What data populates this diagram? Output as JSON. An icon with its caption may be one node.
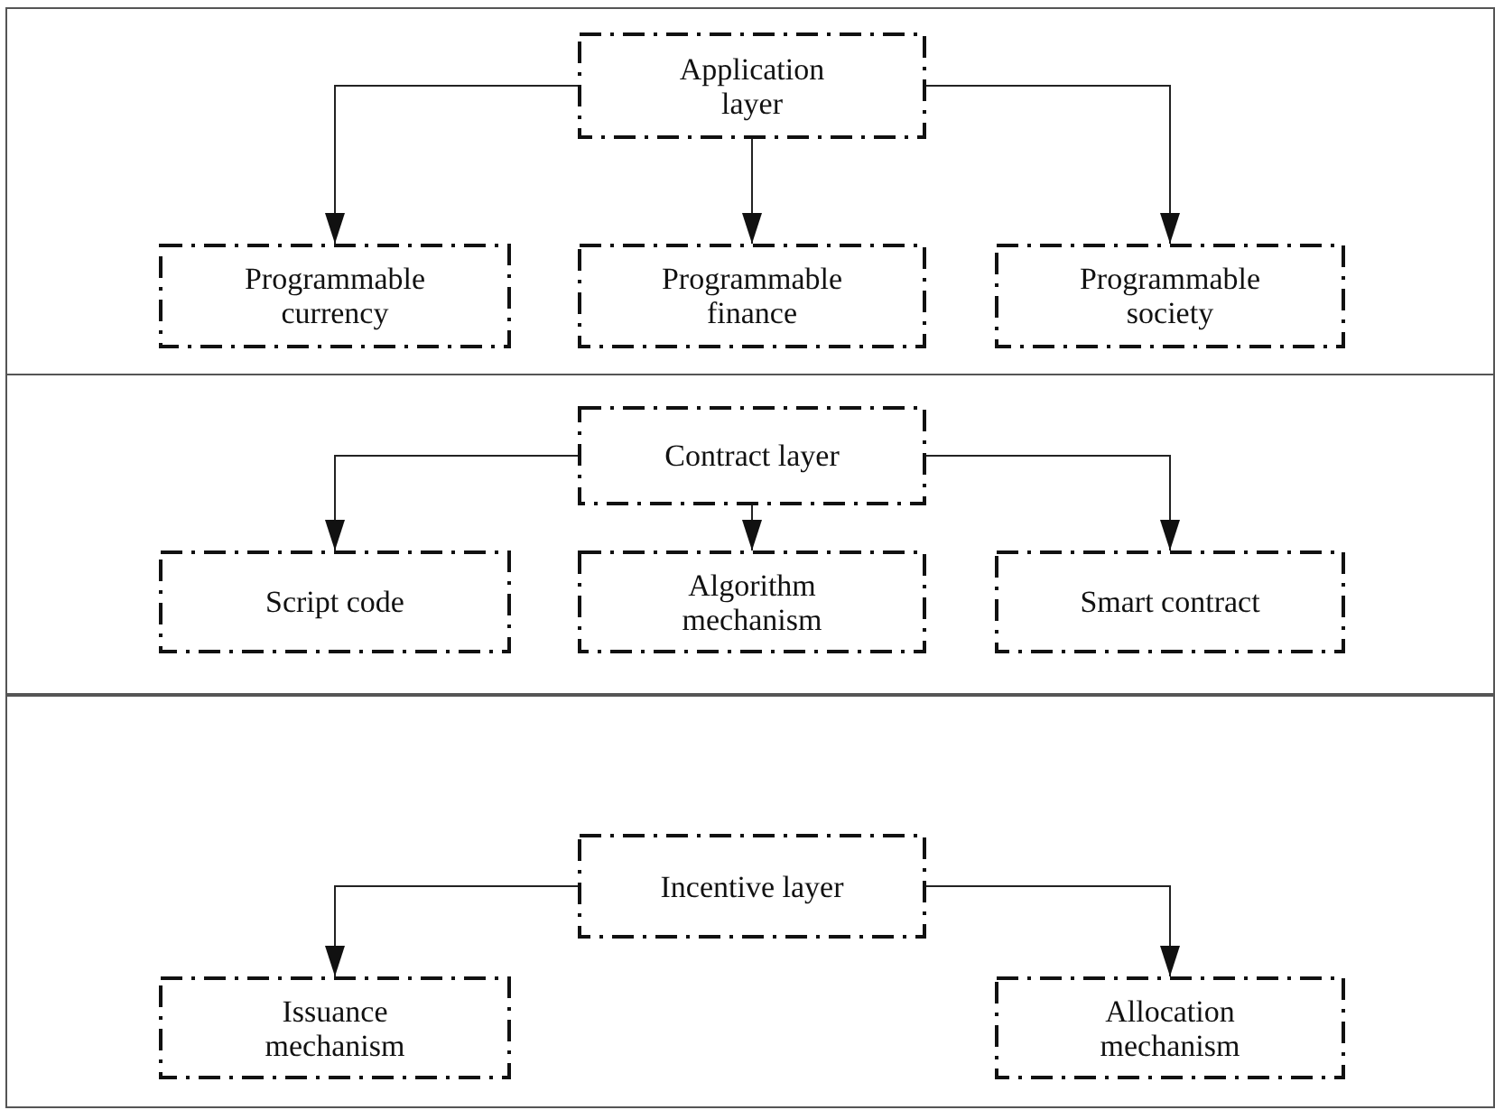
{
  "diagram": {
    "nodes": [
      {
        "text": [],
        "shape": "band"
      },
      {
        "text": [
          "Application layer"
        ],
        "in": 0
      },
      {
        "text": [
          "Programmable currency"
        ],
        "in": 0
      },
      {
        "text": [
          "Programmable finance"
        ],
        "in": 0
      },
      {
        "text": [
          "Programmable society"
        ],
        "in": 0
      },
      {
        "text": [],
        "shape": "band"
      },
      {
        "text": [
          "Contract layer"
        ],
        "in": 5
      },
      {
        "text": [
          "Script code"
        ],
        "in": 5
      },
      {
        "text": [
          "Algorithm mechanism"
        ],
        "in": 5
      },
      {
        "text": [
          "Smart contract"
        ],
        "in": 5
      },
      {
        "text": [],
        "shape": "band"
      },
      {
        "text": [
          "Incentive layer"
        ],
        "in": 10
      },
      {
        "text": [
          "Issuance mechanism"
        ],
        "in": 10
      },
      {
        "text": [
          "Allocation mechanism"
        ],
        "in": 10
      }
    ],
    "edges": [
      {
        "from": 1,
        "to": 2,
        "arrow": "to"
      },
      {
        "from": 1,
        "to": 3,
        "arrow": "to"
      },
      {
        "from": 1,
        "to": 4,
        "arrow": "to"
      },
      {
        "from": 6,
        "to": 7,
        "arrow": "to"
      },
      {
        "from": 6,
        "to": 8,
        "arrow": "to"
      },
      {
        "from": 6,
        "to": 9,
        "arrow": "to"
      },
      {
        "from": 11,
        "to": 12,
        "arrow": "to"
      },
      {
        "from": 11,
        "to": 13,
        "arrow": "to"
      }
    ]
  }
}
